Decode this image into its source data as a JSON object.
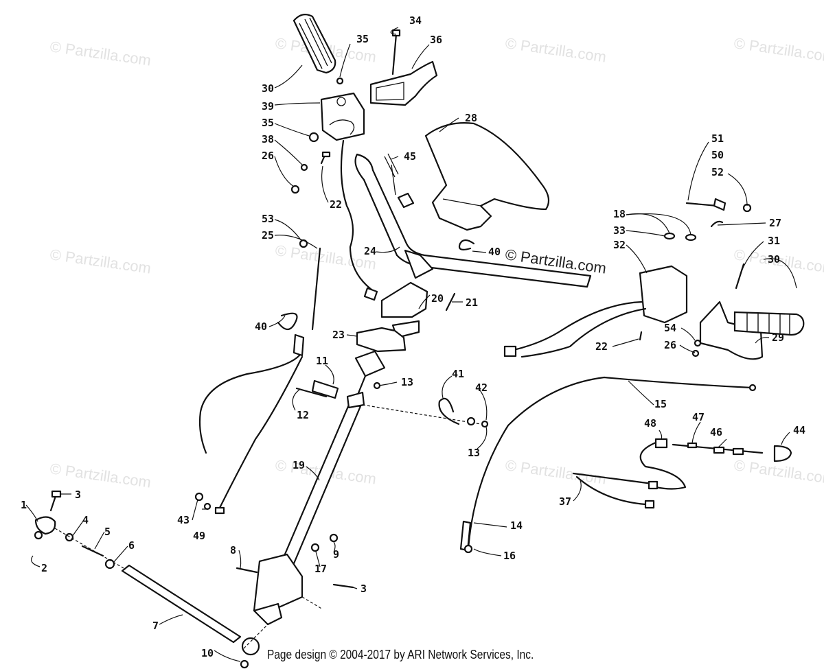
{
  "watermark": {
    "text": "© Partzilla.com",
    "text_center": "© Partzilla.com"
  },
  "footer": {
    "text": "Page design © 2004-2017 by ARI Network Services, Inc."
  },
  "callouts": [
    {
      "id": "c34",
      "label": "34"
    },
    {
      "id": "c35a",
      "label": "35"
    },
    {
      "id": "c36",
      "label": "36"
    },
    {
      "id": "c30a",
      "label": "30"
    },
    {
      "id": "c39",
      "label": "39"
    },
    {
      "id": "c35b",
      "label": "35"
    },
    {
      "id": "c38",
      "label": "38"
    },
    {
      "id": "c26a",
      "label": "26"
    },
    {
      "id": "c22a",
      "label": "22"
    },
    {
      "id": "c28",
      "label": "28"
    },
    {
      "id": "c45",
      "label": "45"
    },
    {
      "id": "c51",
      "label": "51"
    },
    {
      "id": "c50",
      "label": "50"
    },
    {
      "id": "c52",
      "label": "52"
    },
    {
      "id": "c18",
      "label": "18"
    },
    {
      "id": "c27",
      "label": "27"
    },
    {
      "id": "c33",
      "label": "33"
    },
    {
      "id": "c32",
      "label": "32"
    },
    {
      "id": "c31",
      "label": "31"
    },
    {
      "id": "c30b",
      "label": "30"
    },
    {
      "id": "c53",
      "label": "53"
    },
    {
      "id": "c25",
      "label": "25"
    },
    {
      "id": "c24",
      "label": "24"
    },
    {
      "id": "c40a",
      "label": "40"
    },
    {
      "id": "c21",
      "label": "21"
    },
    {
      "id": "c20",
      "label": "20"
    },
    {
      "id": "c40b",
      "label": "40"
    },
    {
      "id": "c23",
      "label": "23"
    },
    {
      "id": "c54",
      "label": "54"
    },
    {
      "id": "c26b",
      "label": "26"
    },
    {
      "id": "c22b",
      "label": "22"
    },
    {
      "id": "c29",
      "label": "29"
    },
    {
      "id": "c11",
      "label": "11"
    },
    {
      "id": "c13a",
      "label": "13"
    },
    {
      "id": "c41",
      "label": "41"
    },
    {
      "id": "c42",
      "label": "42"
    },
    {
      "id": "c12",
      "label": "12"
    },
    {
      "id": "c15",
      "label": "15"
    },
    {
      "id": "c13b",
      "label": "13"
    },
    {
      "id": "c48",
      "label": "48"
    },
    {
      "id": "c47",
      "label": "47"
    },
    {
      "id": "c46",
      "label": "46"
    },
    {
      "id": "c44",
      "label": "44"
    },
    {
      "id": "c19",
      "label": "19"
    },
    {
      "id": "c37",
      "label": "37"
    },
    {
      "id": "c3a",
      "label": "3"
    },
    {
      "id": "c1",
      "label": "1"
    },
    {
      "id": "c4",
      "label": "4"
    },
    {
      "id": "c5",
      "label": "5"
    },
    {
      "id": "c43",
      "label": "43"
    },
    {
      "id": "c49",
      "label": "49"
    },
    {
      "id": "c14",
      "label": "14"
    },
    {
      "id": "c6",
      "label": "6"
    },
    {
      "id": "c2",
      "label": "2"
    },
    {
      "id": "c8",
      "label": "8"
    },
    {
      "id": "c9",
      "label": "9"
    },
    {
      "id": "c17",
      "label": "17"
    },
    {
      "id": "c16",
      "label": "16"
    },
    {
      "id": "c3b",
      "label": "3"
    },
    {
      "id": "c7",
      "label": "7"
    },
    {
      "id": "c10",
      "label": "10"
    }
  ]
}
